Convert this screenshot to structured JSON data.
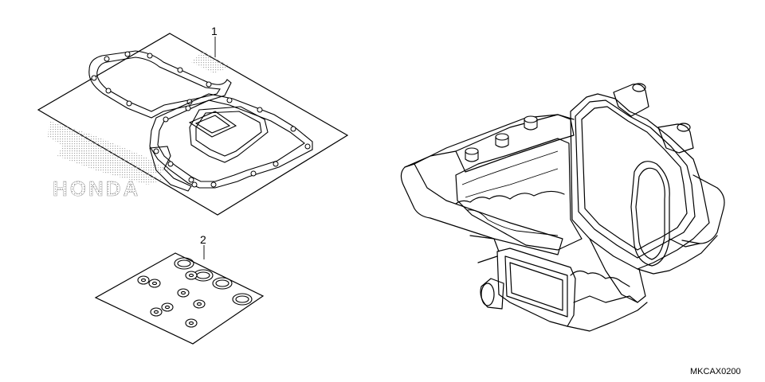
{
  "callouts": {
    "item1": "1",
    "item2": "2"
  },
  "diagram_code": "MKCAX0200",
  "watermark_text": "HONDA"
}
